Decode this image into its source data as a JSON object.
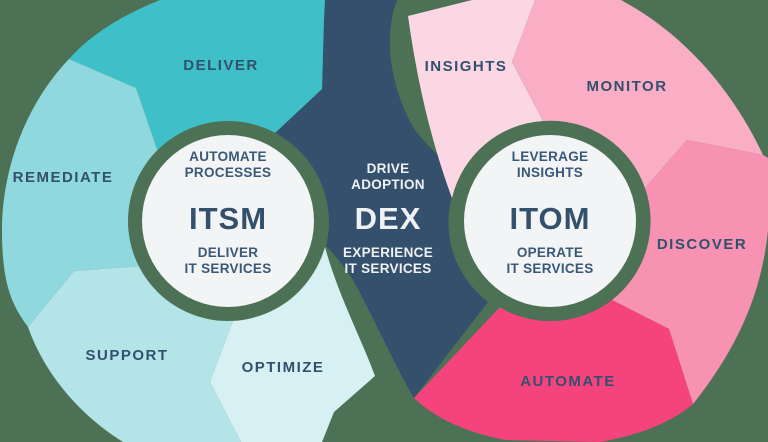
{
  "palette": {
    "background": "#4D7154",
    "navy": "#34506C",
    "deliver": "#3FBFC8",
    "remediate": "#8FD8DD",
    "support": "#B2E4E8",
    "optimize": "#D7F0F3",
    "insights": "#FAD7E3",
    "monitor": "#F9AEC6",
    "discover": "#F792B3",
    "automate": "#F5447D",
    "inner-circle": "#F2F4F5",
    "text-dark": "#33506C",
    "text-light": "#EFF2F4"
  },
  "left": {
    "title": "ITSM",
    "tagline_top": [
      "AUTOMATE",
      "PROCESSES"
    ],
    "tagline_bottom": [
      "DELIVER",
      "IT SERVICES"
    ],
    "segments": [
      {
        "label": "DELIVER"
      },
      {
        "label": "REMEDIATE"
      },
      {
        "label": "SUPPORT"
      },
      {
        "label": "OPTIMIZE"
      }
    ]
  },
  "center": {
    "title": "DEX",
    "tagline_top": [
      "DRIVE",
      "ADOPTION"
    ],
    "tagline_bottom": [
      "EXPERIENCE",
      "IT SERVICES"
    ]
  },
  "right": {
    "title": "ITOM",
    "tagline_top": [
      "LEVERAGE",
      "INSIGHTS"
    ],
    "tagline_bottom": [
      "OPERATE",
      "IT SERVICES"
    ],
    "segments": [
      {
        "label": "INSIGHTS"
      },
      {
        "label": "MONITOR"
      },
      {
        "label": "DISCOVER"
      },
      {
        "label": "AUTOMATE"
      }
    ]
  }
}
